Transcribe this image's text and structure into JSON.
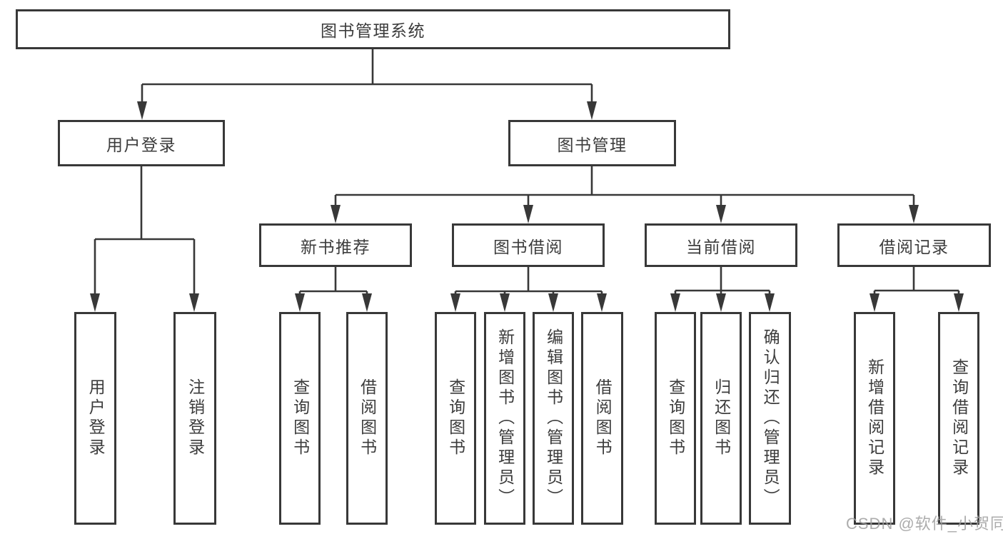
{
  "diagram": {
    "root": {
      "label": "图书管理系统"
    },
    "level2": [
      {
        "id": "user-login",
        "label": "用户登录"
      },
      {
        "id": "book-management",
        "label": "图书管理"
      }
    ],
    "level3": [
      {
        "id": "new-book-recommend",
        "label": "新书推荐"
      },
      {
        "id": "book-borrowing",
        "label": "图书借阅"
      },
      {
        "id": "current-borrowing",
        "label": "当前借阅"
      },
      {
        "id": "borrowing-records",
        "label": "借阅记录"
      }
    ],
    "leaves": [
      {
        "id": "user-login-leaf",
        "label": "用户登录"
      },
      {
        "id": "logout-leaf",
        "label": "注销登录"
      },
      {
        "id": "query-books-1",
        "label": "查询图书"
      },
      {
        "id": "borrow-books-1",
        "label": "借阅图书"
      },
      {
        "id": "query-books-2",
        "label": "查询图书"
      },
      {
        "id": "add-books-admin",
        "label": "新增图书（管理员）"
      },
      {
        "id": "edit-books-admin",
        "label": "编辑图书（管理员）"
      },
      {
        "id": "borrow-books-2",
        "label": "借阅图书"
      },
      {
        "id": "query-books-3",
        "label": "查询图书"
      },
      {
        "id": "return-books",
        "label": "归还图书"
      },
      {
        "id": "confirm-return-admin",
        "label": "确认归还（管理员）"
      },
      {
        "id": "add-borrow-record",
        "label": "新增借阅记录"
      },
      {
        "id": "query-borrow-record",
        "label": "查询借阅记录"
      }
    ]
  },
  "watermark": {
    "text": "CSDN @软件_小贺同学"
  },
  "colors": {
    "line": "#383838",
    "text": "#3c3c3c",
    "background": "#ffffff"
  }
}
